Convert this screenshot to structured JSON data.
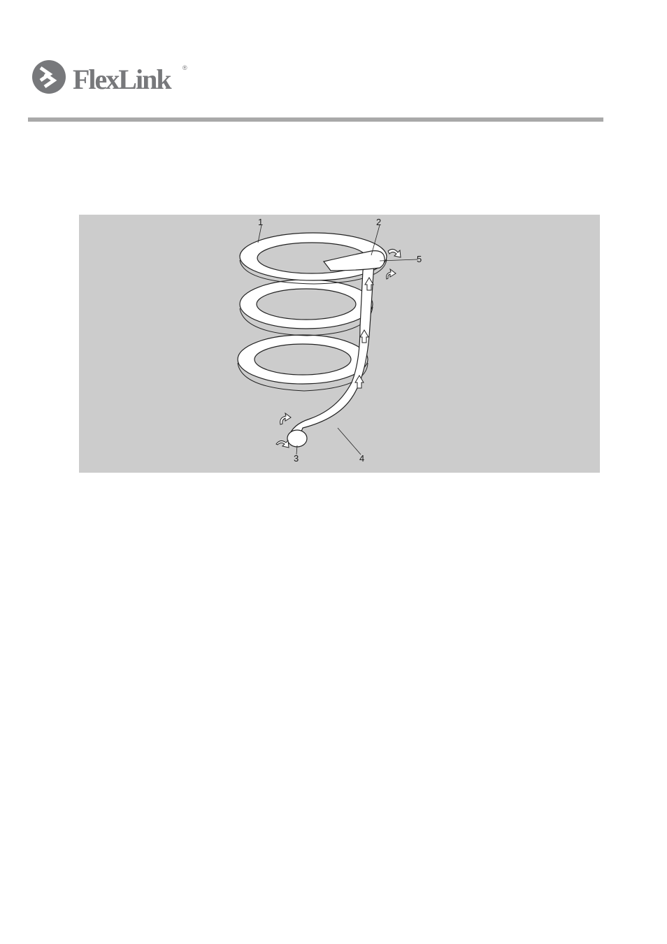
{
  "brand": {
    "name": "FlexLink",
    "registered_mark": "®",
    "logo_icon": "flexlink-chevron-icon",
    "brand_gray": "#77787b"
  },
  "header_rule_color": "#a9a9a9",
  "figure": {
    "background": "#cccccc",
    "callouts": [
      "1",
      "2",
      "3",
      "4",
      "5"
    ]
  }
}
